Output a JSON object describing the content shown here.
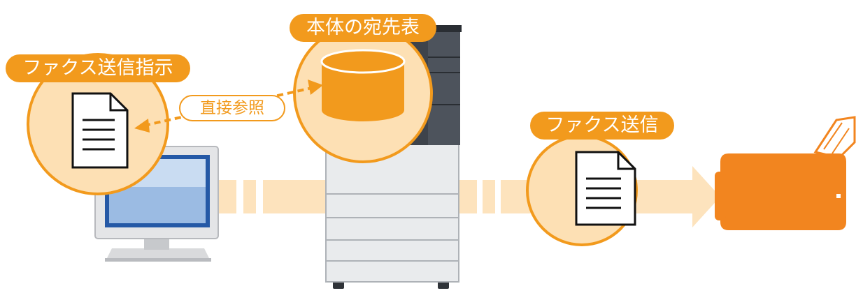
{
  "colors": {
    "accent": "#f29a1d",
    "circle_fill": "#fde0b4",
    "arrow_band": "#fde3bd",
    "printer": "#f2851f",
    "monitor_screen": "#2559a6",
    "copier_dark": "#3e434b"
  },
  "labels": {
    "fax_instruction": "ファクス送信指示",
    "address_book": "本体の宛先表",
    "direct_reference": "直接参照",
    "fax_send": "ファクス送信"
  },
  "icons": {
    "computer": "desktop-computer-icon",
    "document": "document-icon",
    "database": "database-cylinder-icon",
    "multifunction_printer": "copier-icon",
    "fax_machine": "fax-machine-icon"
  }
}
